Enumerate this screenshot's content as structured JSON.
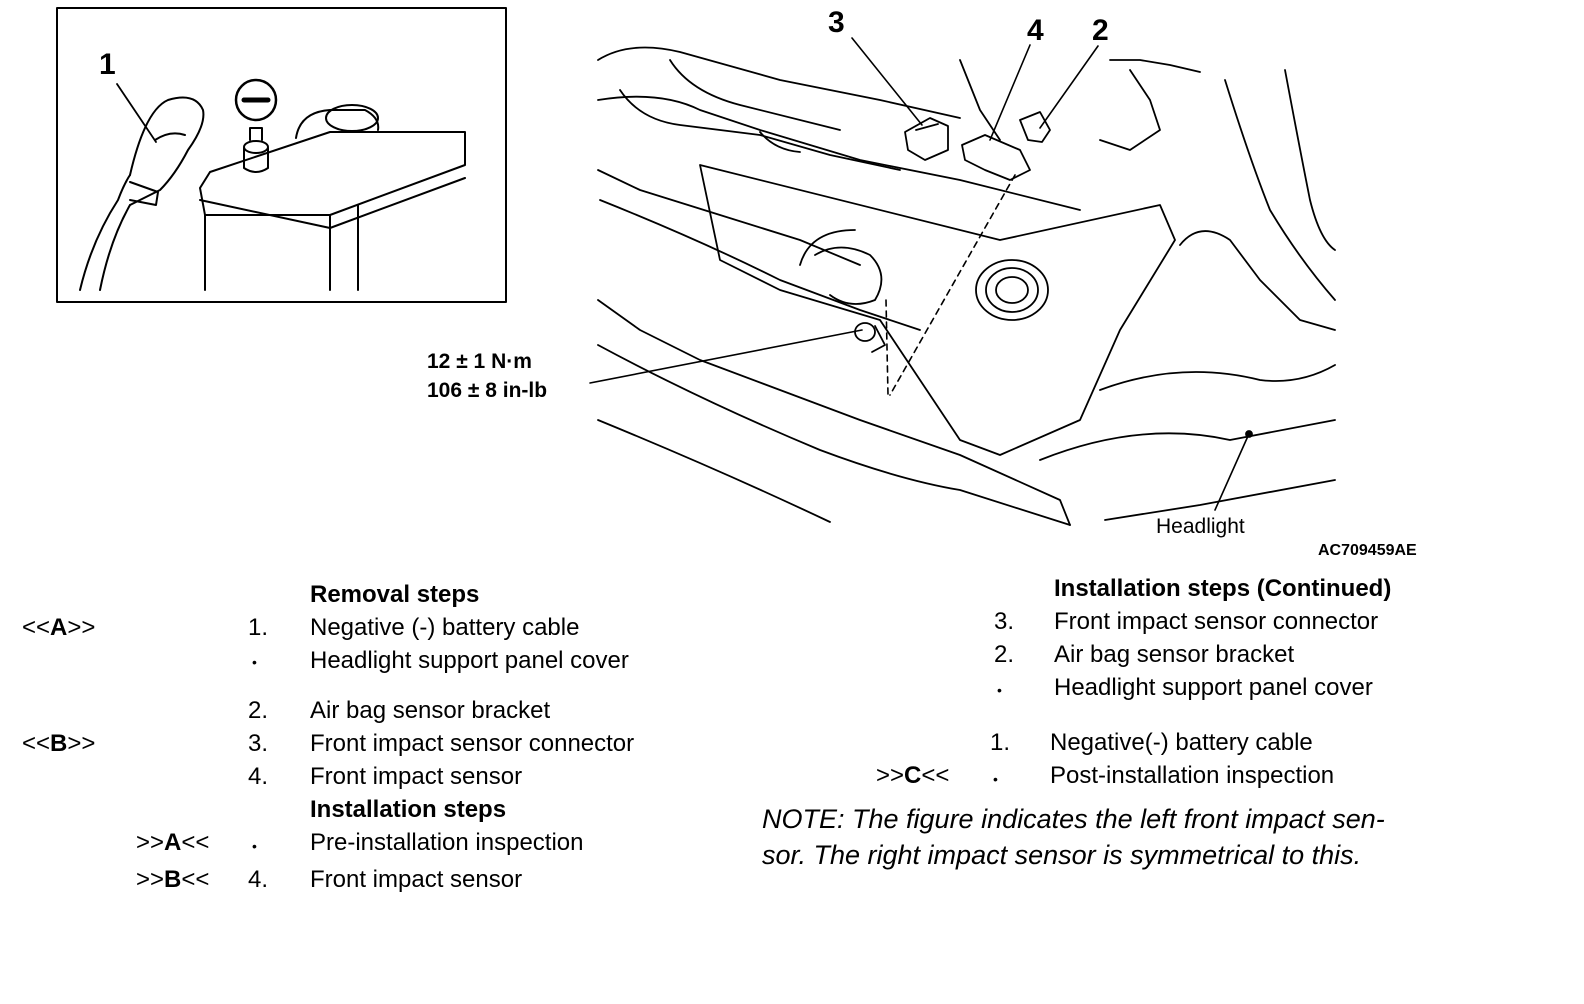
{
  "figure": {
    "callouts": [
      "1",
      "2",
      "3",
      "4"
    ],
    "negative_symbol": "minus-icon",
    "torque": [
      "12 ± 1 N·m",
      "106 ± 8 in-lb"
    ],
    "headlight_label": "Headlight",
    "figure_id": "AC709459AE"
  },
  "removal": {
    "heading": "Removal steps",
    "rows": [
      {
        "ref_pre": "<<",
        "ref_letter": "A",
        "ref_post": ">>",
        "num": "1.",
        "text": "Negative (-) battery cable"
      },
      {
        "ref_pre": "",
        "ref_letter": "",
        "ref_post": "",
        "num": "•",
        "text": "Headlight support panel cover"
      },
      {
        "ref_pre": "",
        "ref_letter": "",
        "ref_post": "",
        "num": "2.",
        "text": "Air bag sensor bracket"
      },
      {
        "ref_pre": "<<",
        "ref_letter": "B",
        "ref_post": ">>",
        "num": "3.",
        "text": "Front impact sensor connector"
      },
      {
        "ref_pre": "",
        "ref_letter": "",
        "ref_post": "",
        "num": "4.",
        "text": "Front impact sensor"
      }
    ]
  },
  "installation": {
    "heading": "Installation steps",
    "rows": [
      {
        "ref_pre": ">>",
        "ref_letter": "A",
        "ref_post": "<<",
        "num": "•",
        "text": "Pre-installation inspection"
      },
      {
        "ref_pre": ">>",
        "ref_letter": "B",
        "ref_post": "<<",
        "num": "4.",
        "text": "Front impact sensor"
      }
    ]
  },
  "installation_continued": {
    "heading": "Installation steps (Continued)",
    "rows": [
      {
        "ref_pre": "",
        "ref_letter": "",
        "ref_post": "",
        "num": "3.",
        "text": "Front impact sensor connector"
      },
      {
        "ref_pre": "",
        "ref_letter": "",
        "ref_post": "",
        "num": "2.",
        "text": "Air bag sensor bracket"
      },
      {
        "ref_pre": "",
        "ref_letter": "",
        "ref_post": "",
        "num": "•",
        "text": "Headlight support panel cover"
      },
      {
        "ref_pre": "",
        "ref_letter": "",
        "ref_post": "",
        "num": "1.",
        "text": "Negative(-) battery cable"
      },
      {
        "ref_pre": ">>",
        "ref_letter": "C",
        "ref_post": "<<",
        "num": "•",
        "text": "Post-installation inspection"
      }
    ]
  },
  "note": {
    "line1": "NOTE: The figure indicates the left front impact sen-",
    "line2": "sor. The right impact sensor is symmetrical to this."
  }
}
